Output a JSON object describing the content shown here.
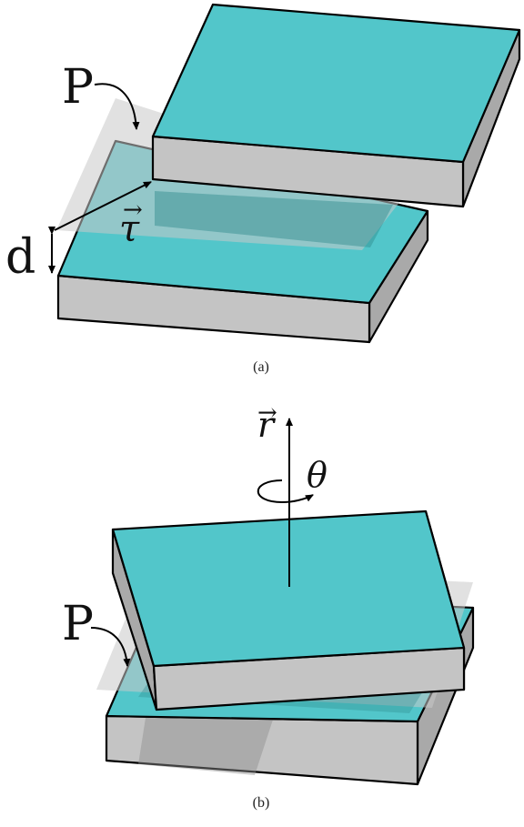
{
  "figure_a": {
    "plane_label": "P",
    "displacement_label": "d",
    "vector_label": "τ",
    "vector_arrow": "→",
    "caption": "(a)"
  },
  "figure_b": {
    "plane_label": "P",
    "axis_label": "r",
    "axis_arrow": "→",
    "angle_label": "θ",
    "caption": "(b)"
  },
  "colors": {
    "top_face": "#52c6ca",
    "side_face": "#c4c4c4",
    "plane": "#c9c9c9",
    "outline": "#000000"
  }
}
